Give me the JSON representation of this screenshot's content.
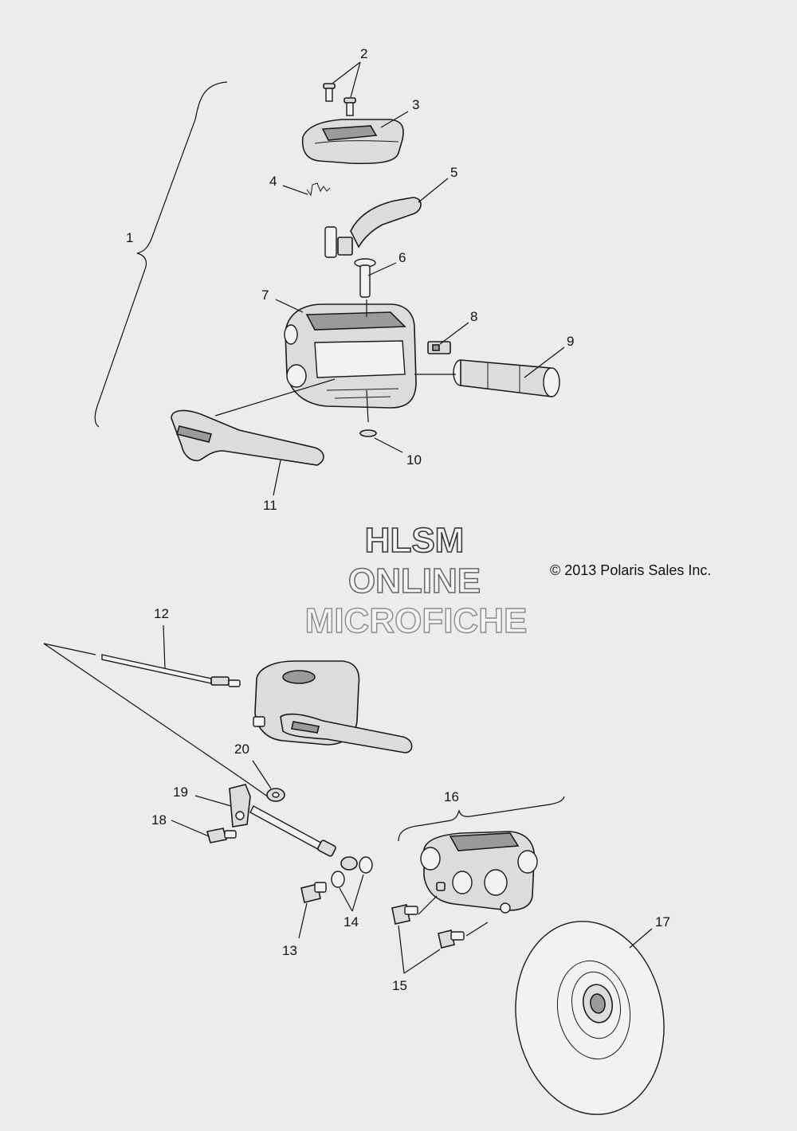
{
  "callouts": [
    {
      "id": "1",
      "label": "1"
    },
    {
      "id": "2",
      "label": "2"
    },
    {
      "id": "3",
      "label": "3"
    },
    {
      "id": "4",
      "label": "4"
    },
    {
      "id": "5",
      "label": "5"
    },
    {
      "id": "6",
      "label": "6"
    },
    {
      "id": "7",
      "label": "7"
    },
    {
      "id": "8",
      "label": "8"
    },
    {
      "id": "9",
      "label": "9"
    },
    {
      "id": "10",
      "label": "10"
    },
    {
      "id": "11",
      "label": "11"
    },
    {
      "id": "12",
      "label": "12"
    },
    {
      "id": "13",
      "label": "13"
    },
    {
      "id": "14",
      "label": "14"
    },
    {
      "id": "15",
      "label": "15"
    },
    {
      "id": "16",
      "label": "16"
    },
    {
      "id": "17",
      "label": "17"
    },
    {
      "id": "18",
      "label": "18"
    },
    {
      "id": "19",
      "label": "19"
    },
    {
      "id": "20",
      "label": "20"
    }
  ],
  "watermark": {
    "line1": "HLSM",
    "line2": "ONLINE",
    "line3": "MICROFICHE"
  },
  "copyright": "© 2013 Polaris Sales Inc."
}
